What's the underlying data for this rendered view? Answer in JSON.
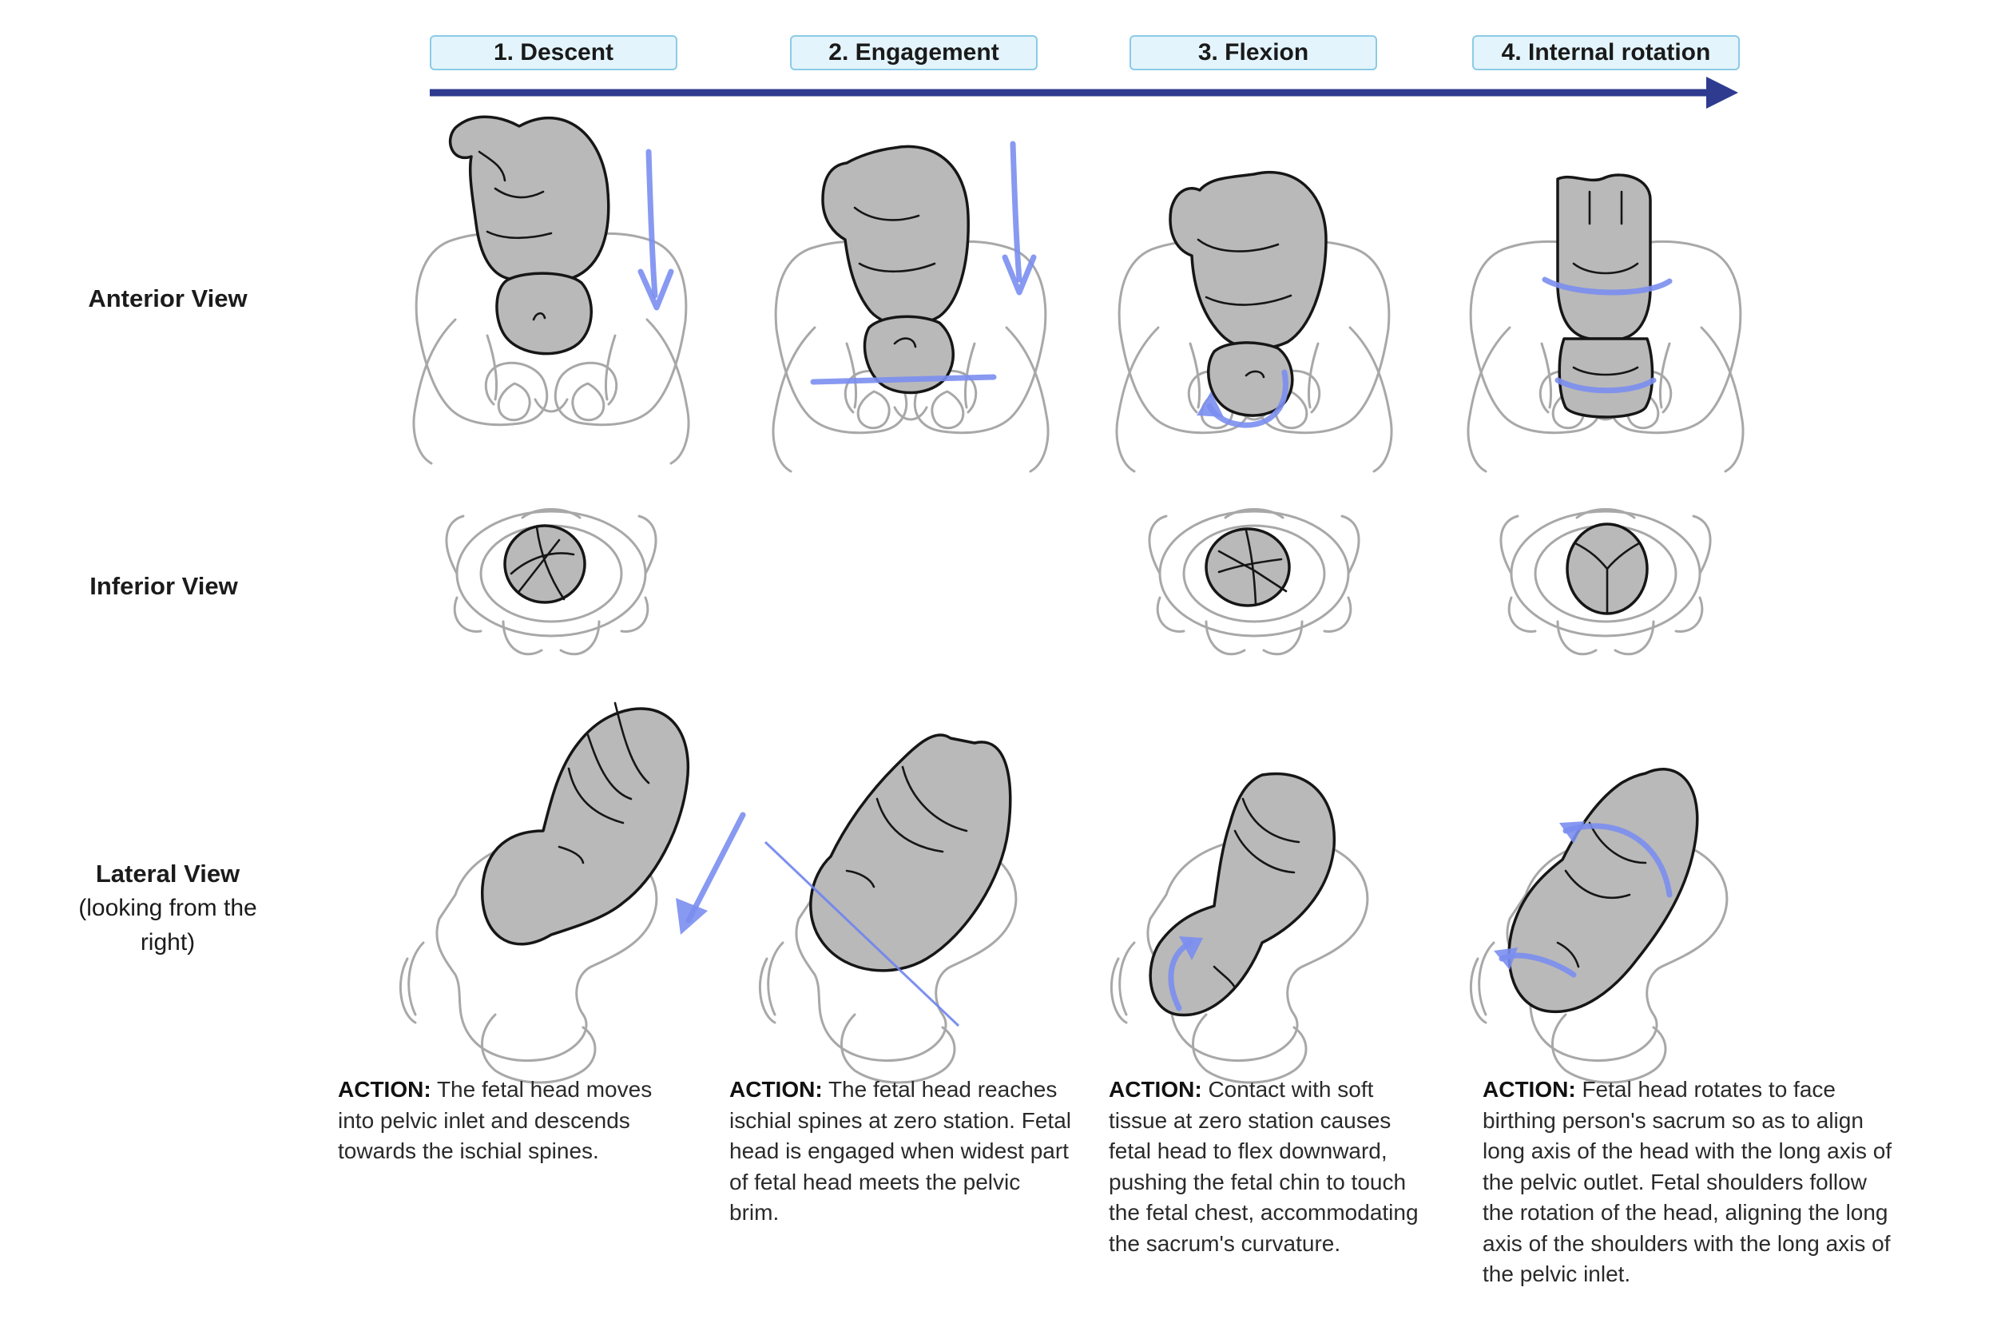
{
  "stages": [
    {
      "label": "1. Descent",
      "action_lead": "ACTION:",
      "action_text": "The fetal head moves into pelvic inlet and descends towards the ischial spines."
    },
    {
      "label": "2. Engagement",
      "action_lead": "ACTION:",
      "action_text": "The fetal head reaches ischial spines at zero station. Fetal head is engaged when widest part of fetal head meets the pelvic brim."
    },
    {
      "label": "3. Flexion",
      "action_lead": "ACTION:",
      "action_text": "Contact with soft tissue at zero station causes fetal head to flex downward, pushing the fetal chin to touch the fetal chest, accommodating the sacrum's curvature."
    },
    {
      "label": "4. Internal rotation",
      "action_lead": "ACTION:",
      "action_text": "Fetal head rotates to face birthing person's sacrum so as to align long axis of the head with the long axis of the pelvic outlet. Fetal shoulders follow the rotation of the head, aligning the long axis of the shoulders with the long axis of the pelvic inlet."
    }
  ],
  "rows": {
    "anterior": "Anterior View",
    "inferior": "Inferior View",
    "lateral": "Lateral View",
    "lateral_sub": "(looking from the right)"
  },
  "colors": {
    "progress_arrow": "#2e3b8f",
    "motion_arrow": "#7b8ef0",
    "label_fill": "#e3f4fc",
    "label_border": "#8ccbe6",
    "fetus_fill": "#b9b9b9"
  }
}
